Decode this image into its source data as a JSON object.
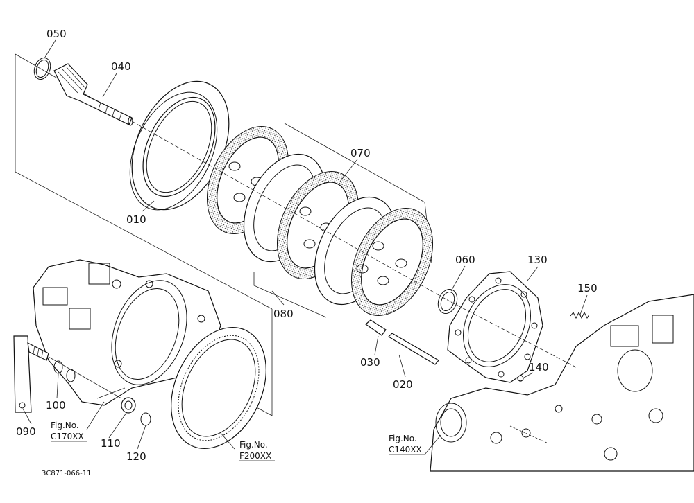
{
  "parts": {
    "p050": "050",
    "p040": "040",
    "p010": "010",
    "p070": "070",
    "p080": "080",
    "p060": "060",
    "p130": "130",
    "p150": "150",
    "p030": "030",
    "p020": "020",
    "p140": "140",
    "p100": "100",
    "p090": "090",
    "p110": "110",
    "p120": "120"
  },
  "references": {
    "c170_a": "Fig.No.",
    "c170_b": "C170XX",
    "f200_a": "Fig.No.",
    "f200_b": "F200XX",
    "c140_a": "Fig.No.",
    "c140_b": "C140XX"
  },
  "drawing_code": "3C871-066-11"
}
